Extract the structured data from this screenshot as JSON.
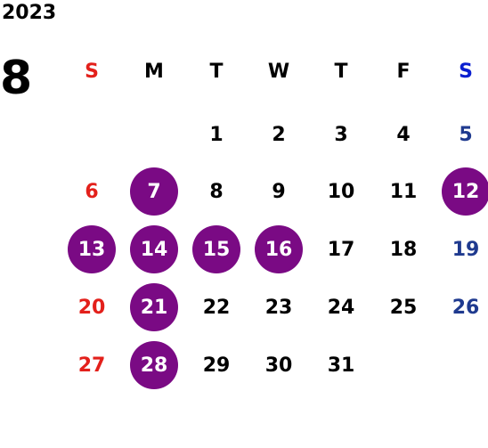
{
  "year": "2023",
  "month": "8",
  "weekdays": [
    "S",
    "M",
    "T",
    "W",
    "T",
    "F",
    "S"
  ],
  "weekday_colors": [
    "#e3201b",
    "#000000",
    "#000000",
    "#000000",
    "#000000",
    "#000000",
    "#0a1fd0"
  ],
  "weeks": [
    [
      "",
      "",
      "1",
      "2",
      "3",
      "4",
      "5"
    ],
    [
      "6",
      "7",
      "8",
      "9",
      "10",
      "11",
      "12"
    ],
    [
      "13",
      "14",
      "15",
      "16",
      "17",
      "18",
      "19"
    ],
    [
      "20",
      "21",
      "22",
      "23",
      "24",
      "25",
      "26"
    ],
    [
      "27",
      "28",
      "29",
      "30",
      "31",
      "",
      ""
    ]
  ],
  "highlighted_days": [
    "7",
    "12",
    "13",
    "14",
    "15",
    "16",
    "21",
    "28"
  ],
  "colors": {
    "highlight_circle": "#7a0a84",
    "highlight_text": "#ffffff",
    "sunday": "#e3201b",
    "saturday": "#1f3a8f",
    "weekday": "#000000"
  }
}
